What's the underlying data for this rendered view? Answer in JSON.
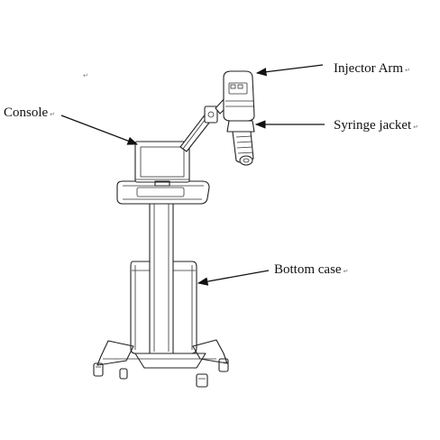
{
  "labels": {
    "injector_arm": "Injector Arm",
    "syringe_jacket": "Syringe jacket",
    "console": "Console",
    "bottom_case": "Bottom case"
  },
  "paragraph_mark": "↵",
  "colors": {
    "line": "#222222",
    "text": "#111111",
    "background": "#ffffff"
  }
}
